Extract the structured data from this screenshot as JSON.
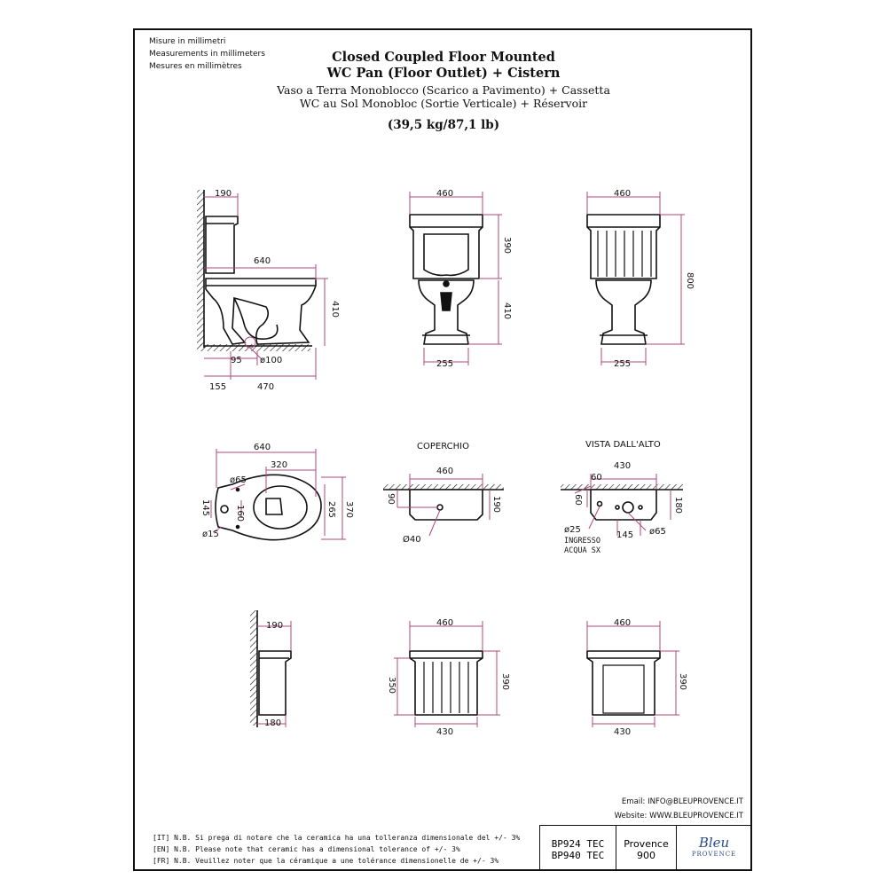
{
  "units": {
    "it": "Misure in millimetri",
    "en": "Measurements in millimeters",
    "fr": "Mesures en millimètres"
  },
  "title": {
    "line1": "Closed Coupled Floor Mounted",
    "line2": "WC Pan (Floor Outlet) + Cistern",
    "line3": "Vaso a Terra Monoblocco (Scarico a Pavimento) + Cassetta",
    "line4": "WC au Sol Monobloc (Sortie Verticale) + Réservoir",
    "weight": "(39,5 kg/87,1 lb)"
  },
  "views": {
    "lid_label": "COPERCHIO",
    "top_label": "VISTA DALL'ALTO",
    "inlet_label1": "INGRESSO",
    "inlet_label2": "ACQUA SX"
  },
  "dims": {
    "side_190": "190",
    "side_640": "640",
    "side_410": "410",
    "side_95": "95",
    "side_d100": "ø100",
    "side_155": "155",
    "side_470": "470",
    "front_460": "460",
    "front_390": "390",
    "front_410": "410",
    "front_255": "255",
    "back_460": "460",
    "back_800": "800",
    "back_255": "255",
    "plan_640": "640",
    "plan_320": "320",
    "plan_d65": "ø65",
    "plan_145": "145",
    "plan_160": "160",
    "plan_265": "265",
    "plan_370": "370",
    "plan_d15": "ø15",
    "lid_460": "460",
    "lid_90": "90",
    "lid_190": "190",
    "lid_d40": "Ø40",
    "top_430": "430",
    "top_60a": "60",
    "top_60b": "60",
    "top_180": "180",
    "top_d25": "ø25",
    "top_145": "145",
    "top_d65": "ø65",
    "cs_190": "190",
    "cs_180": "180",
    "cf_460": "460",
    "cf_350": "350",
    "cf_390": "390",
    "cf_430": "430",
    "cb_460": "460",
    "cb_390": "390",
    "cb_430": "430"
  },
  "notes": {
    "it": "[IT] N.B. Si prega di notare che la ceramica ha una tolleranza dimensionale del +/- 3%",
    "en": "[EN] N.B. Please note that ceramic has a dimensional tolerance of +/- 3%",
    "fr": "[FR] N.B. Veuillez noter que la céramique a une tolérance dimensionelle de +/- 3%"
  },
  "contact": {
    "email": "Email: INFO@BLEUPROVENCE.IT",
    "website": "Website: WWW.BLEUPROVENCE.IT"
  },
  "titleblock": {
    "code1": "BP924 TEC",
    "code2": "BP940 TEC",
    "collection1": "Provence",
    "collection2": "900",
    "logo": "Bleu",
    "logo_sub": "PROVENCE"
  },
  "colors": {
    "dimension": "#b0487a",
    "line": "#111111"
  }
}
